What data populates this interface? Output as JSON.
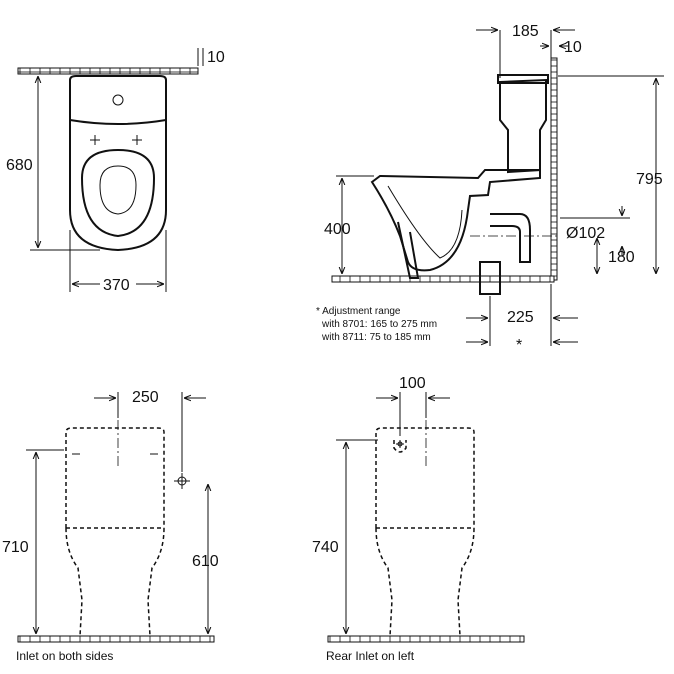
{
  "top_view": {
    "width_dim": "370",
    "depth_dim": "680",
    "wall_gap_dim": "10"
  },
  "side_view": {
    "tank_depth_dim": "185",
    "wall_gap_dim": "10",
    "total_height_dim": "795",
    "seat_height_dim": "400",
    "outlet_diameter_dim": "Ø102",
    "outlet_height_dim": "180",
    "outlet_offset_dim": "225",
    "outlet_offset_marker": "*",
    "note_line1": "* Adjustment range",
    "note_line2": "with 8701: 165 to 275 mm",
    "note_line3": "with 8711:  75 to 185 mm"
  },
  "front_view_left": {
    "inlet_spacing_dim": "250",
    "height_dim": "710",
    "inlet_height_dim": "610",
    "caption": "Inlet on both sides"
  },
  "front_view_right": {
    "inlet_spacing_dim": "100",
    "height_dim": "740",
    "caption": "Rear Inlet on left"
  }
}
